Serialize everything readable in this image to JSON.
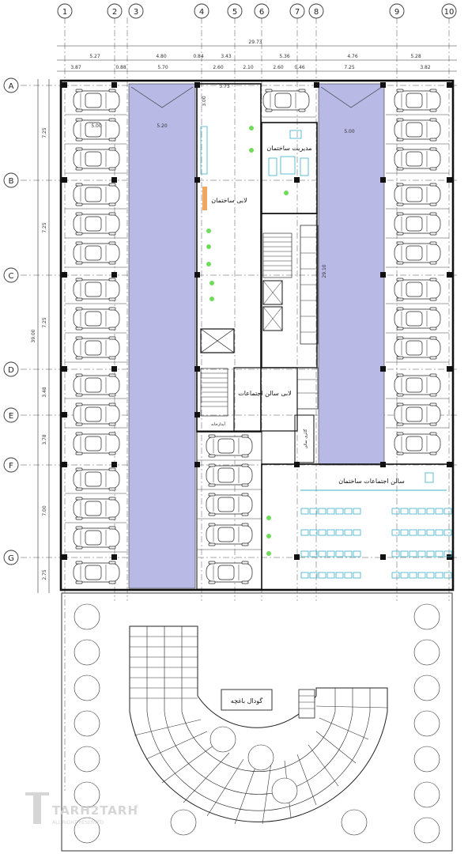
{
  "axes_top": [
    "1",
    "2",
    "3",
    "4",
    "5",
    "6",
    "7",
    "8",
    "9",
    "10"
  ],
  "axes_left": [
    "A",
    "B",
    "C",
    "D",
    "E",
    "F",
    "G"
  ],
  "dimensions": {
    "total_width": "29.73",
    "row1": [
      "5.27",
      "4.80",
      "0.84",
      "3.43",
      "5.36",
      "4.76",
      "5.28"
    ],
    "row2": [
      "3.87",
      "0.88",
      "5.70",
      "2.60",
      "2.10",
      "2.60",
      "0.46",
      "7.25",
      "3.82"
    ],
    "left_total": "39.00",
    "left_rows": [
      "7.25",
      "7.25",
      "7.25",
      "3.48",
      "3.78",
      "7.00",
      "2.75"
    ],
    "misc": [
      "3.73",
      "3.00",
      "5.00",
      "5.20",
      "5.00",
      "29.10"
    ]
  },
  "rooms": {
    "building_management": "مدیریت ساختمان",
    "building_lobby": "لابی ساختمان",
    "meeting_hall_lobby": "لابی سالن اجتماعات",
    "meeting_hall": "سالن اجتماعات ساختمان",
    "pantry": "آبدارخانه",
    "gallery": "گالری سالن",
    "sunken_garden": "گودال باغچه"
  },
  "watermark": {
    "brand": "TARH2TARH",
    "registered": "®",
    "tagline": "ALL RIGHT RESERVED"
  },
  "colors": {
    "ramp": "#b9b9e6",
    "plants": "#6fdc5a",
    "seats": "#3bb0c9",
    "walls": "#111111"
  }
}
